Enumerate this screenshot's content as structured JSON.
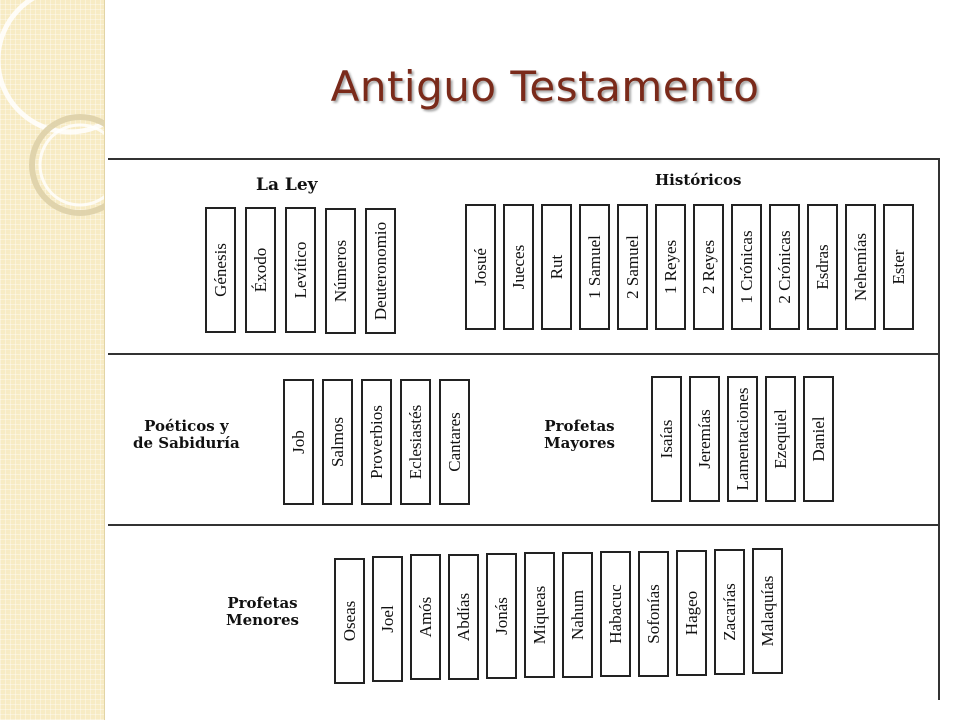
{
  "title": "Antiguo Testamento",
  "sections": {
    "ley": {
      "label": "La Ley",
      "books": [
        "Génesis",
        "Éxodo",
        "Levítico",
        "Números",
        "Deuteronomio"
      ]
    },
    "historicos": {
      "label": "Históricos",
      "books": [
        "Josué",
        "Jueces",
        "Rut",
        "1 Samuel",
        "2 Samuel",
        "1 Reyes",
        "2 Reyes",
        "1 Crónicas",
        "2 Crónicas",
        "Esdras",
        "Nehemías",
        "Ester"
      ]
    },
    "poeticos": {
      "label_line1": "Poéticos y",
      "label_line2": "de Sabiduría",
      "books": [
        "Job",
        "Salmos",
        "Proverbios",
        "Eclesiastés",
        "Cantares"
      ]
    },
    "mayores": {
      "label_line1": "Profetas",
      "label_line2": "Mayores",
      "books": [
        "Isaías",
        "Jeremías",
        "Lamentaciones",
        "Ezequiel",
        "Daniel"
      ]
    },
    "menores": {
      "label_line1": "Profetas",
      "label_line2": "Menores",
      "books": [
        "Oseas",
        "Joel",
        "Amós",
        "Abdías",
        "Jonás",
        "Miqueas",
        "Nahum",
        "Habacuc",
        "Sofonías",
        "Hageo",
        "Zacarías",
        "Malaquías"
      ]
    }
  }
}
